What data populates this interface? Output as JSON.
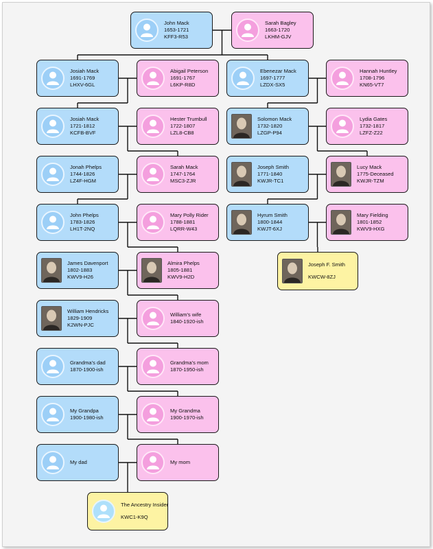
{
  "persons": [
    {
      "id": "john-mack",
      "gender": "male",
      "avatar": "generic",
      "name": "John Mack",
      "years": "1653-1721",
      "pid": "KFF3-R53"
    },
    {
      "id": "sarah-bagley",
      "gender": "female",
      "avatar": "generic",
      "name": "Sarah Bagley",
      "years": "1663-1720",
      "pid": "LKHM-GJV"
    },
    {
      "id": "josiah-mack-1691",
      "gender": "male",
      "avatar": "generic",
      "name": "Josiah Mack",
      "years": "1691-1769",
      "pid": "LHXV-6GL"
    },
    {
      "id": "abigail-peterson",
      "gender": "female",
      "avatar": "generic",
      "name": "Abigail Peterson",
      "years": "1691-1767",
      "pid": "L6KP-R8D"
    },
    {
      "id": "ebenezar-mack",
      "gender": "male",
      "avatar": "generic",
      "name": "Ebenezar Mack",
      "years": "1697-1777",
      "pid": "LZDX-SX5"
    },
    {
      "id": "hannah-huntley",
      "gender": "female",
      "avatar": "generic",
      "name": "Hannah Huntley",
      "years": "1708-1796",
      "pid": "KN65-VT7"
    },
    {
      "id": "josiah-mack-1721",
      "gender": "male",
      "avatar": "generic",
      "name": "Josiah Mack",
      "years": "1721-1812",
      "pid": "KCFB-BVF"
    },
    {
      "id": "hester-trumbull",
      "gender": "female",
      "avatar": "generic",
      "name": "Hester Trumbull",
      "years": "1722-1807",
      "pid": "LZL8-CB8"
    },
    {
      "id": "solomon-mack",
      "gender": "male",
      "avatar": "photo",
      "name": "Solomon Mack",
      "years": "1732-1820",
      "pid": "LZGP-P94"
    },
    {
      "id": "lydia-gates",
      "gender": "female",
      "avatar": "generic",
      "name": "Lydia Gates",
      "years": "1732-1817",
      "pid": "LZFZ-Z22"
    },
    {
      "id": "jonah-phelps",
      "gender": "male",
      "avatar": "generic",
      "name": "Jonah Phelps",
      "years": "1744-1826",
      "pid": "LZ4F-HGM"
    },
    {
      "id": "sarah-mack",
      "gender": "female",
      "avatar": "generic",
      "name": "Sarah Mack",
      "years": "1747-1764",
      "pid": "MSC3-ZJR"
    },
    {
      "id": "joseph-smith",
      "gender": "male",
      "avatar": "photo",
      "name": "Joseph Smith",
      "years": "1771-1840",
      "pid": "KWJR-TC1"
    },
    {
      "id": "lucy-mack",
      "gender": "female",
      "avatar": "photo",
      "name": "Lucy Mack",
      "years": "1775-Deceased",
      "pid": "KWJR-TZM"
    },
    {
      "id": "john-phelps",
      "gender": "male",
      "avatar": "generic",
      "name": "John Phelps",
      "years": "1783-1826",
      "pid": "LH1T-2NQ"
    },
    {
      "id": "mary-polly-rider",
      "gender": "female",
      "avatar": "generic",
      "name": "Mary Polly Rider",
      "years": "1788-1881",
      "pid": "LQRR-W43"
    },
    {
      "id": "hyrum-smith",
      "gender": "male",
      "avatar": "photo",
      "name": "Hyrum Smith",
      "years": "1800-1844",
      "pid": "KWJT-6XJ"
    },
    {
      "id": "mary-fielding",
      "gender": "female",
      "avatar": "photo",
      "name": "Mary Fielding",
      "years": "1801-1852",
      "pid": "KWV9-HXG"
    },
    {
      "id": "james-davenport",
      "gender": "male",
      "avatar": "photo",
      "name": "James Davenport",
      "years": "1802-1883",
      "pid": "KWV9-H26"
    },
    {
      "id": "almira-phelps",
      "gender": "female",
      "avatar": "photo",
      "name": "Almira Phelps",
      "years": "1805-1881",
      "pid": "KWV9-H2D"
    },
    {
      "id": "joseph-f-smith",
      "gender": "self",
      "avatar": "photo",
      "name": "Joseph F. Smith",
      "years": "",
      "pid": "KWCW-8ZJ"
    },
    {
      "id": "william-hendricks",
      "gender": "male",
      "avatar": "photo",
      "name": "William Hendricks",
      "years": "1829-1909",
      "pid": "K2WN-PJC"
    },
    {
      "id": "williams-wife",
      "gender": "female",
      "avatar": "generic",
      "name": "William's wife",
      "years": "1840-1920-ish",
      "pid": ""
    },
    {
      "id": "grandmas-dad",
      "gender": "male",
      "avatar": "generic",
      "name": "Grandma's dad",
      "years": "1870-1900-ish",
      "pid": ""
    },
    {
      "id": "grandmas-mom",
      "gender": "female",
      "avatar": "generic",
      "name": "Grandma's mom",
      "years": "1870-1950-ish",
      "pid": ""
    },
    {
      "id": "my-grandpa",
      "gender": "male",
      "avatar": "generic",
      "name": "My Grandpa",
      "years": "1900-1980-ish",
      "pid": ""
    },
    {
      "id": "my-grandma",
      "gender": "female",
      "avatar": "generic",
      "name": "My Grandma",
      "years": "1900-1970-ish",
      "pid": ""
    },
    {
      "id": "my-dad",
      "gender": "male",
      "avatar": "generic",
      "name": "My dad",
      "years": "",
      "pid": ""
    },
    {
      "id": "my-mom",
      "gender": "female",
      "avatar": "generic",
      "name": "My mom",
      "years": "",
      "pid": ""
    },
    {
      "id": "the-ancestry-insider",
      "gender": "self",
      "avatar": "generic",
      "name": "The Ancestry Insider",
      "years": "",
      "pid": "KWC1-K9Q"
    }
  ],
  "relationships": [
    {
      "father": "john-mack",
      "mother": "sarah-bagley",
      "children": [
        "josiah-mack-1691",
        "ebenezar-mack"
      ]
    },
    {
      "father": "josiah-mack-1691",
      "mother": "abigail-peterson",
      "children": [
        "josiah-mack-1721"
      ]
    },
    {
      "father": "ebenezar-mack",
      "mother": "hannah-huntley",
      "children": [
        "solomon-mack"
      ]
    },
    {
      "father": "josiah-mack-1721",
      "mother": "hester-trumbull",
      "children": [
        "sarah-mack"
      ]
    },
    {
      "father": "solomon-mack",
      "mother": "lydia-gates",
      "children": [
        "lucy-mack"
      ]
    },
    {
      "father": "jonah-phelps",
      "mother": "sarah-mack",
      "children": [
        "john-phelps"
      ]
    },
    {
      "father": "joseph-smith",
      "mother": "lucy-mack",
      "children": [
        "hyrum-smith"
      ]
    },
    {
      "father": "john-phelps",
      "mother": "mary-polly-rider",
      "children": [
        "almira-phelps"
      ]
    },
    {
      "father": "hyrum-smith",
      "mother": "mary-fielding",
      "children": [
        "joseph-f-smith"
      ]
    },
    {
      "father": "james-davenport",
      "mother": "almira-phelps",
      "children": [
        "williams-wife"
      ]
    },
    {
      "father": "william-hendricks",
      "mother": "williams-wife",
      "children": [
        "grandmas-mom"
      ]
    },
    {
      "father": "grandmas-dad",
      "mother": "grandmas-mom",
      "children": [
        "my-grandma"
      ]
    },
    {
      "father": "my-grandpa",
      "mother": "my-grandma",
      "children": [
        "my-mom"
      ]
    },
    {
      "father": "my-dad",
      "mother": "my-mom",
      "children": [
        "the-ancestry-insider"
      ]
    }
  ]
}
